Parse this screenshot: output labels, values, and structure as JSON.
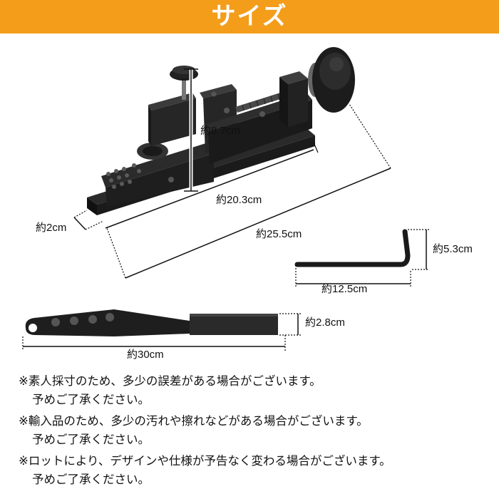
{
  "header": {
    "title": "サイズ",
    "bg_color": "#f39d1b",
    "text_color": "#ffffff"
  },
  "dimensions": {
    "height_tool": "約8.7cm",
    "base_length": "約20.3cm",
    "width": "約2cm",
    "total_length": "約25.5cm",
    "wrench_height": "約5.3cm",
    "wrench_length": "約12.5cm",
    "handle_width": "約2.8cm",
    "handle_length": "約30cm"
  },
  "notes": [
    {
      "line1": "※素人採寸のため、多少の誤差がある場合がございます。",
      "line2": "予めご了承ください。"
    },
    {
      "line1": "※輸入品のため、多少の汚れや擦れなどがある場合がございます。",
      "line2": "予めご了承ください。"
    },
    {
      "line1": "※ロットにより、デザインや仕様が予告なく変わる場合がございます。",
      "line2": "予めご了承ください。"
    }
  ]
}
